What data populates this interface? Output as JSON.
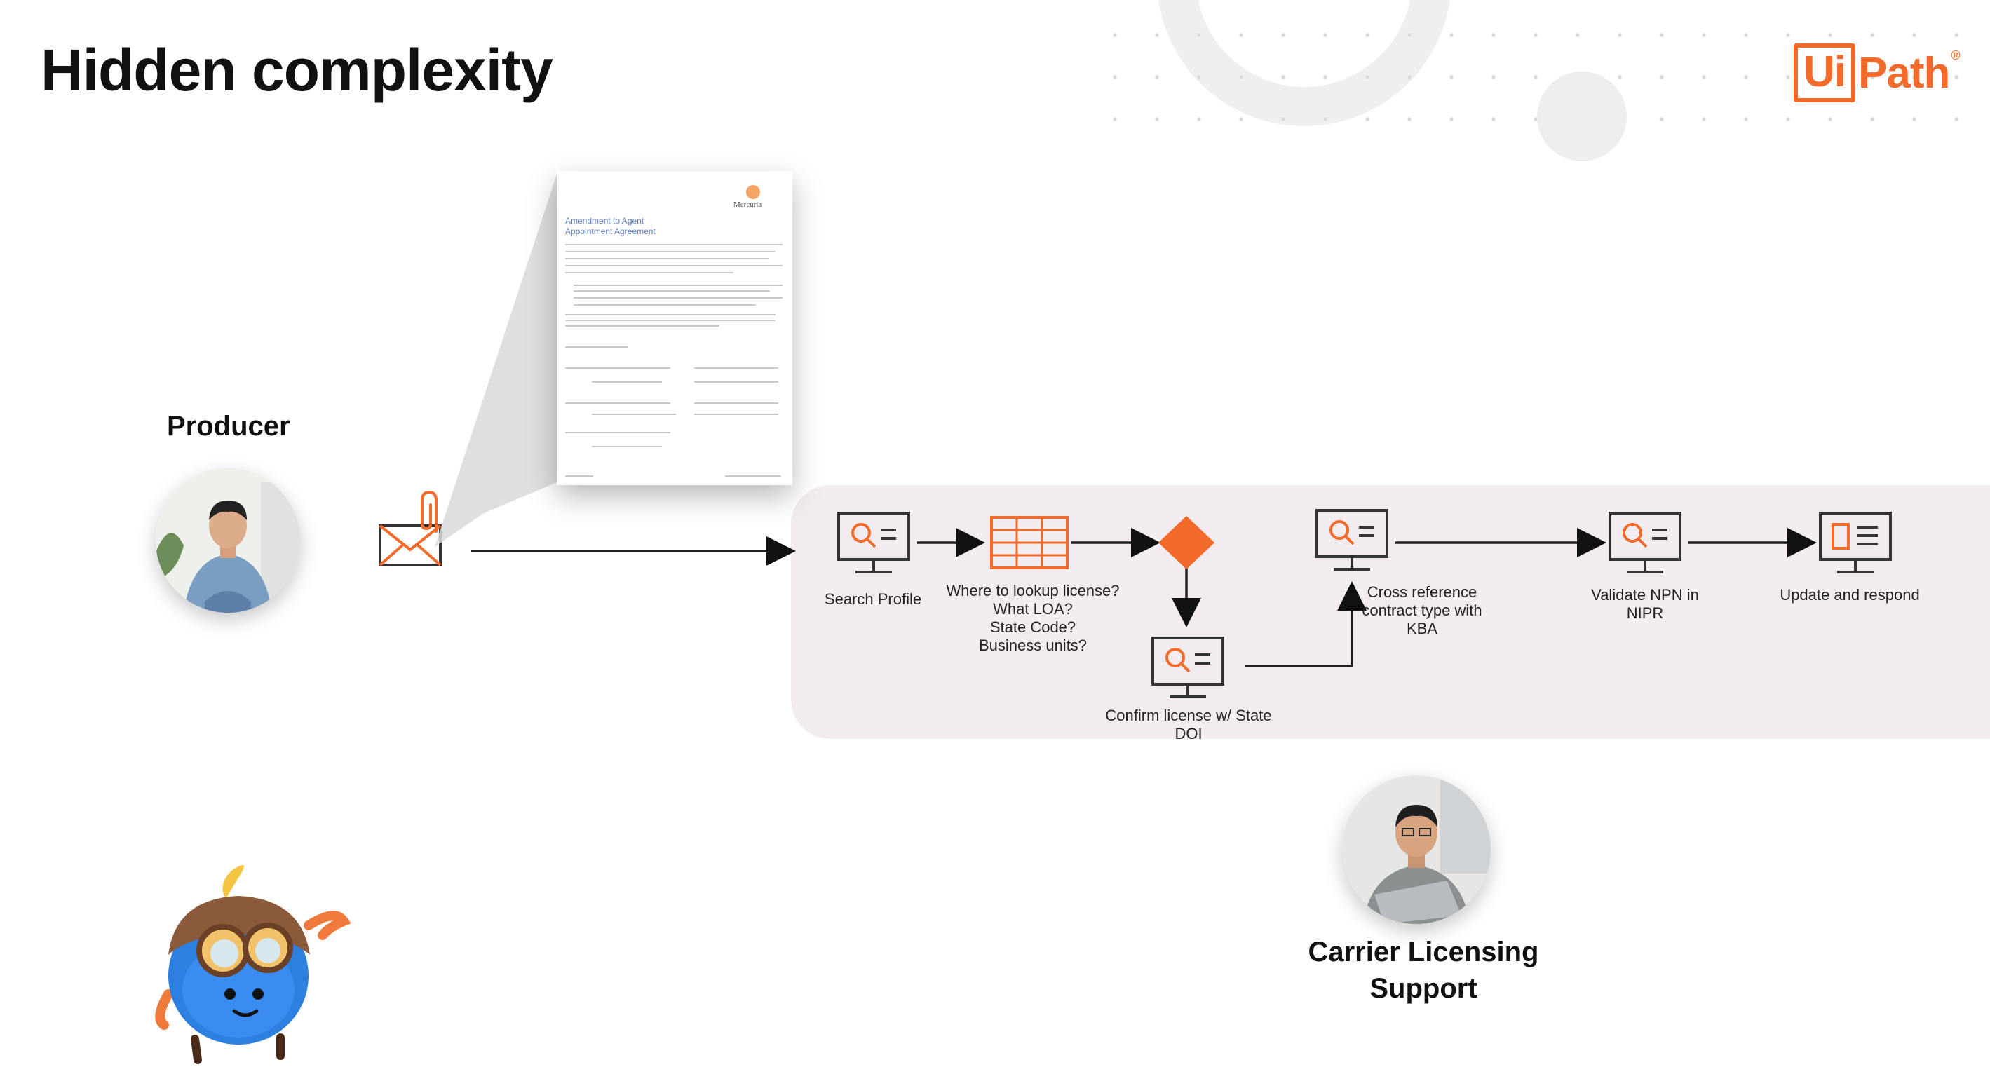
{
  "slide": {
    "title": "Hidden complexity"
  },
  "logo": {
    "box_text": "Ui",
    "rest_text": "Path",
    "mark": "®",
    "color": "#f26b2a"
  },
  "producer": {
    "label": "Producer"
  },
  "support": {
    "label_line1": "Carrier Licensing",
    "label_line2": "Support"
  },
  "document": {
    "heading_line1": "Amendment to Agent",
    "heading_line2": "Appointment Agreement",
    "brand": "Mercuria"
  },
  "steps": [
    {
      "id": "search-profile",
      "icon": "monitor-search-icon",
      "lines": [
        "Search Profile"
      ]
    },
    {
      "id": "lookup-license",
      "icon": "table-grid-icon",
      "lines": [
        "Where to lookup license?",
        "What LOA?",
        "State Code?",
        "Business units?"
      ]
    },
    {
      "id": "decision",
      "icon": "decision-diamond-icon",
      "lines": []
    },
    {
      "id": "confirm-license",
      "icon": "monitor-search-icon",
      "lines": [
        "Confirm license w/ State",
        "DOI"
      ]
    },
    {
      "id": "cross-reference",
      "icon": "monitor-search-icon",
      "lines": [
        "Cross reference",
        "contract type with",
        "KBA"
      ]
    },
    {
      "id": "validate-npn",
      "icon": "monitor-search-icon",
      "lines": [
        "Validate NPN in",
        "NIPR"
      ]
    },
    {
      "id": "update-respond",
      "icon": "monitor-doc-icon",
      "lines": [
        "Update and respond"
      ]
    }
  ],
  "colors": {
    "accent": "#f26b2a",
    "panel": "#f2ecf1",
    "icon_stroke": "#333333"
  }
}
